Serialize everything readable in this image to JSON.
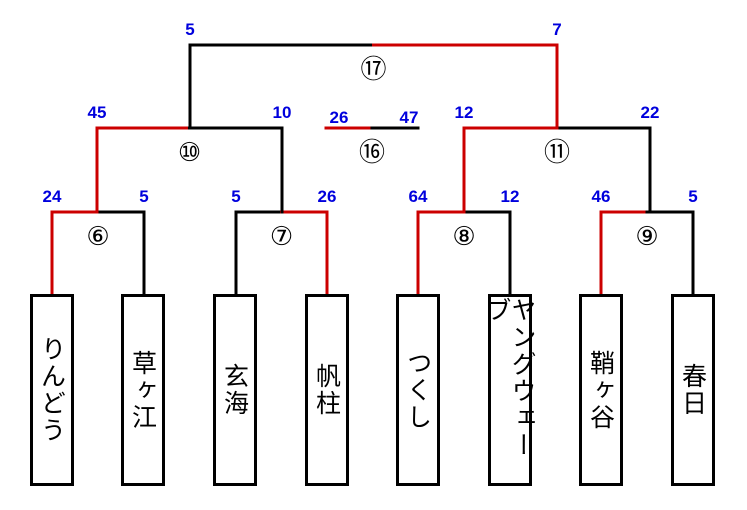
{
  "colors": {
    "winner_line": "#cc0000",
    "line": "#000000",
    "score": "#0000dd"
  },
  "teams": [
    "りんどう",
    "草ヶ江",
    "玄海",
    "帆柱",
    "つくし",
    "ヤングウェーブ",
    "鞘ヶ谷",
    "春日"
  ],
  "matches": {
    "m6": {
      "label": "⑥",
      "score_left": "24",
      "score_right": "5",
      "winner": "left"
    },
    "m7": {
      "label": "⑦",
      "score_left": "5",
      "score_right": "26",
      "winner": "right"
    },
    "m8": {
      "label": "⑧",
      "score_left": "64",
      "score_right": "12",
      "winner": "left"
    },
    "m9": {
      "label": "⑨",
      "score_left": "46",
      "score_right": "5",
      "winner": "left"
    },
    "m10": {
      "label": "⑩",
      "score_left": "45",
      "score_right": "10",
      "winner": "left"
    },
    "m11": {
      "label": "⑪",
      "score_left": "12",
      "score_right": "22",
      "winner": "left"
    },
    "m16": {
      "label": "⑯",
      "score_left": "26",
      "score_right": "47",
      "winner": "left"
    },
    "m17": {
      "label": "⑰",
      "score_left": "5",
      "score_right": "7",
      "winner": "right"
    }
  }
}
